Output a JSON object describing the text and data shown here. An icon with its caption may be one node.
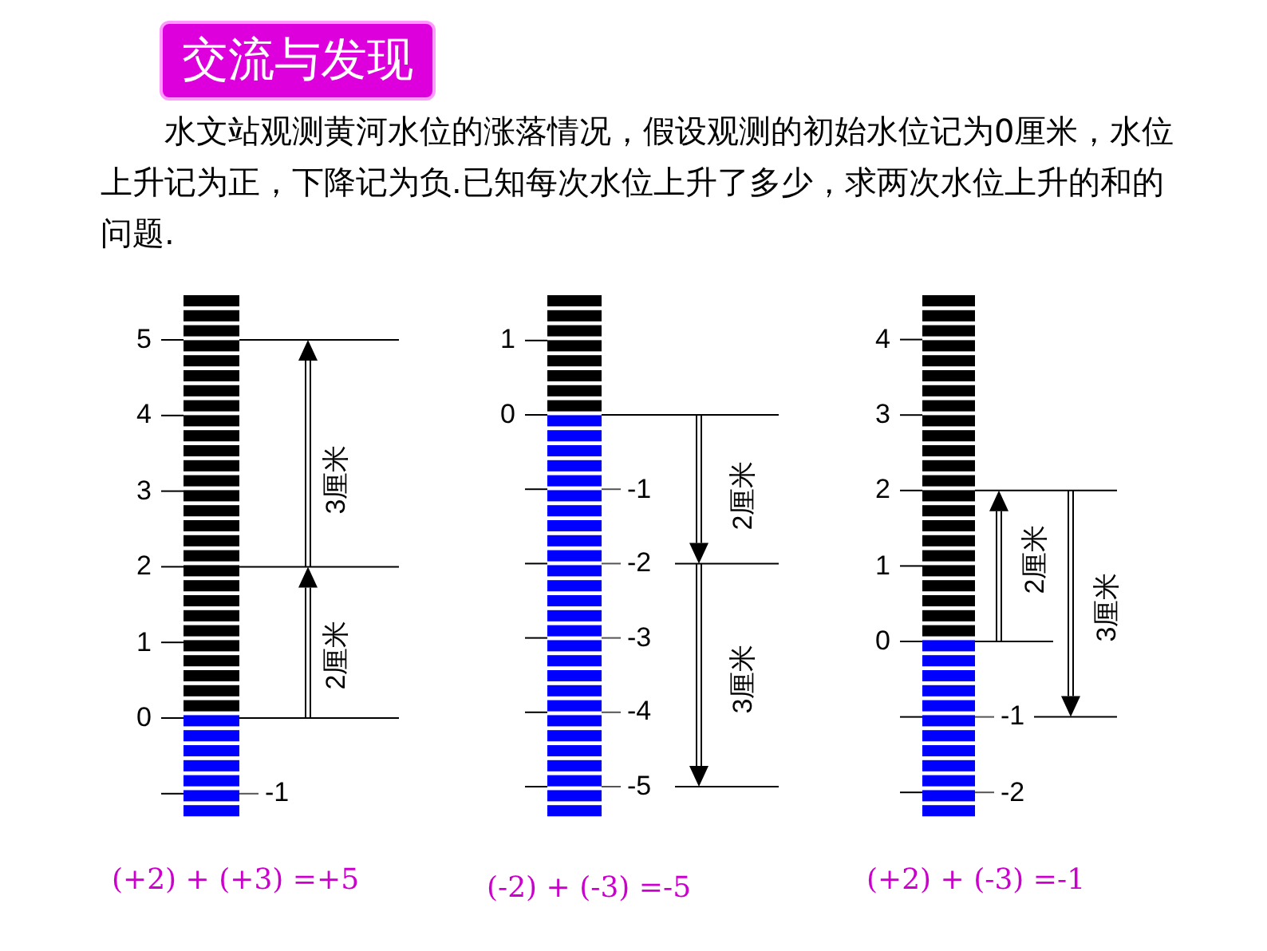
{
  "diagram": {
    "title": "交流与发现",
    "labels": [
      "水文站观测黄河水位的涨落情况，假设观测的初始水位记为0厘米，水位上升记为正，下降记为负.已知每次水位上升了多少，求两次水位上升的和的问题.",
      "5",
      "4",
      "3",
      "2",
      "1",
      "0",
      "-1",
      "3厘米",
      "2厘米",
      "1",
      "0",
      "-1",
      "-2",
      "-3",
      "-4",
      "-5",
      "2厘米",
      "3厘米",
      "4",
      "3",
      "2",
      "1",
      "0",
      "-1",
      "-2",
      "2厘米",
      "3厘米",
      "(+2) + (+3) =+5",
      "(-2) + (-3) =-5",
      "(+2) + (-3) =-1"
    ]
  }
}
